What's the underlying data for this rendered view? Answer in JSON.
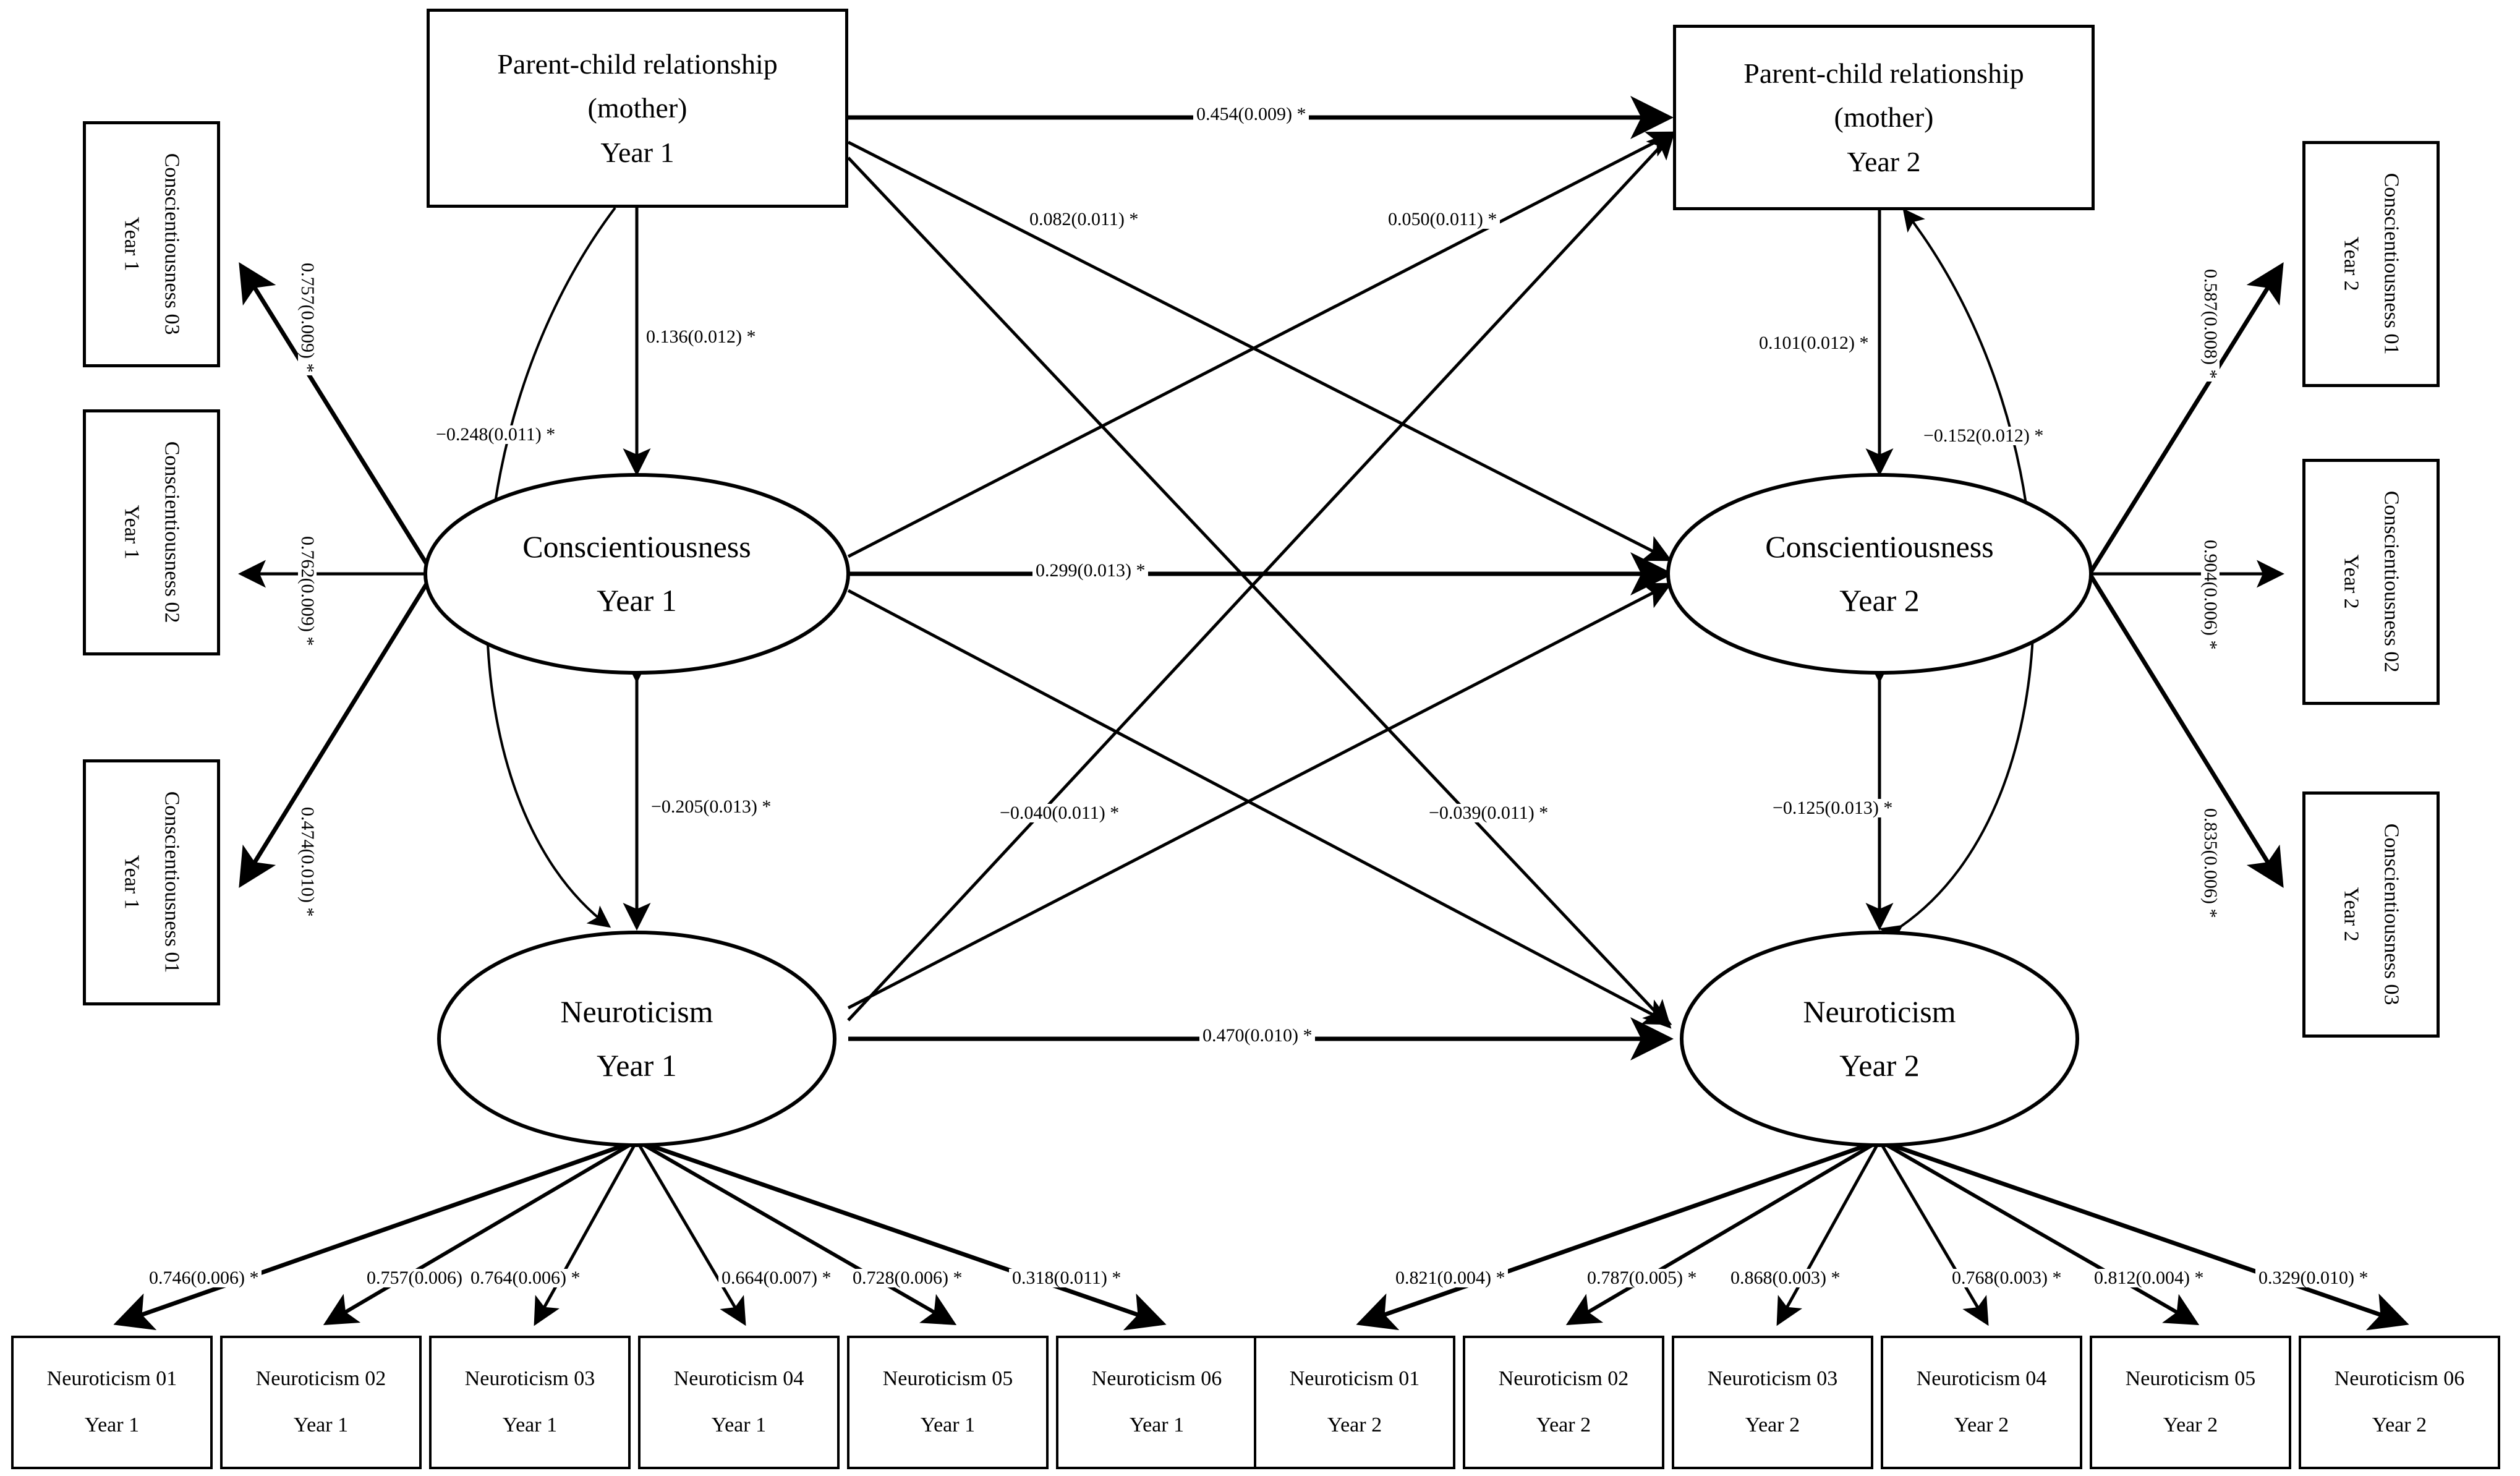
{
  "diagram": {
    "type": "cross-lagged-panel-sem",
    "title": "",
    "significance_marker": "*"
  },
  "nodes": {
    "pc_y1": {
      "line1": "Parent-child relationship",
      "line2": "(mother)",
      "line3": "Year 1"
    },
    "pc_y2": {
      "line1": "Parent-child relationship",
      "line2": "(mother)",
      "line3": "Year 2"
    },
    "cons_y1": {
      "line1": "Conscientiousness",
      "line2": "Year 1"
    },
    "cons_y2": {
      "line1": "Conscientiousness",
      "line2": "Year 2"
    },
    "neur_y1": {
      "line1": "Neuroticism",
      "line2": "Year 1"
    },
    "neur_y2": {
      "line1": "Neuroticism",
      "line2": "Year 2"
    }
  },
  "indicators": {
    "cons_y1": [
      {
        "name": "Conscientiousness 03",
        "year": "Year 1",
        "loading": "0.757(0.009) *"
      },
      {
        "name": "Conscientiousness 02",
        "year": "Year 1",
        "loading": "0.762(0.009) *"
      },
      {
        "name": "Conscientiousness 01",
        "year": "Year 1",
        "loading": "0.474(0.010) *"
      }
    ],
    "cons_y2": [
      {
        "name": "Conscientiousness 01",
        "year": "Year 2",
        "loading": "0.587(0.008) *"
      },
      {
        "name": "Conscientiousness 02",
        "year": "Year 2",
        "loading": "0.904(0.006) *"
      },
      {
        "name": "Conscientiousness 03",
        "year": "Year 2",
        "loading": "0.835(0.006) *"
      }
    ],
    "neur_y1": [
      {
        "name": "Neuroticism 01",
        "year": "Year 1",
        "loading": "0.746(0.006) *"
      },
      {
        "name": "Neuroticism 02",
        "year": "Year 1",
        "loading": "0.757(0.006) *"
      },
      {
        "name": "Neuroticism 03",
        "year": "Year 1",
        "loading": "0.764(0.006) *"
      },
      {
        "name": "Neuroticism 04",
        "year": "Year 1",
        "loading": "0.664(0.007) *"
      },
      {
        "name": "Neuroticism 05",
        "year": "Year 1",
        "loading": "0.728(0.006) *"
      },
      {
        "name": "Neuroticism 06",
        "year": "Year 1",
        "loading": "0.318(0.011) *"
      }
    ],
    "neur_y2": [
      {
        "name": "Neuroticism 01",
        "year": "Year 2",
        "loading": "0.821(0.004) *"
      },
      {
        "name": "Neuroticism 02",
        "year": "Year 2",
        "loading": "0.787(0.005) *"
      },
      {
        "name": "Neuroticism 03",
        "year": "Year 2",
        "loading": "0.868(0.003) *"
      },
      {
        "name": "Neuroticism 04",
        "year": "Year 2",
        "loading": "0.768(0.003) *"
      },
      {
        "name": "Neuroticism 05",
        "year": "Year 2",
        "loading": "0.812(0.004) *"
      },
      {
        "name": "Neuroticism 06",
        "year": "Year 2",
        "loading": "0.329(0.010) *"
      }
    ]
  },
  "paths": {
    "pc1_to_pc2": "0.454(0.009) *",
    "cons1_to_pc2": "0.082(0.011) *",
    "neur1_to_pc2": "0.050(0.011) *",
    "cons1_to_cons2": "0.299(0.013) *",
    "neur1_to_neur2": "0.470(0.010) *",
    "pc1_to_cons1": "0.136(0.012) *",
    "cons1_neur1_cov": "−0.248(0.011) *",
    "neur1_to_cons1": "−0.205(0.013) *",
    "pc1_to_cons2": "0.101(0.012) *",
    "cons2_neur2_cov": "−0.152(0.012) *",
    "neur2_to_cons2": "−0.125(0.013) *",
    "cons1_to_neur2": "−0.040(0.011) *",
    "neur1_to_cons2": "−0.039(0.011) *",
    "pc1_to_neur1": "−0.248(0.011) *"
  },
  "chart_data": {
    "type": "diagram",
    "model": "Cross-lagged panel structural equation model",
    "latent_variables": [
      "Parent-child relationship (mother) Year 1",
      "Parent-child relationship (mother) Year 2",
      "Conscientiousness Year 1",
      "Conscientiousness Year 2",
      "Neuroticism Year 1",
      "Neuroticism Year 2"
    ],
    "structural_paths": [
      {
        "from": "Parent-child relationship (mother) Year 1",
        "to": "Parent-child relationship (mother) Year 2",
        "estimate": 0.454,
        "se": 0.009,
        "sig": true
      },
      {
        "from": "Conscientiousness Year 1",
        "to": "Parent-child relationship (mother) Year 2",
        "estimate": 0.082,
        "se": 0.011,
        "sig": true
      },
      {
        "from": "Neuroticism Year 1",
        "to": "Parent-child relationship (mother) Year 2",
        "estimate": 0.05,
        "se": 0.011,
        "sig": true
      },
      {
        "from": "Conscientiousness Year 1",
        "to": "Conscientiousness Year 2",
        "estimate": 0.299,
        "se": 0.013,
        "sig": true
      },
      {
        "from": "Neuroticism Year 1",
        "to": "Neuroticism Year 2",
        "estimate": 0.47,
        "se": 0.01,
        "sig": true
      },
      {
        "from": "Parent-child relationship (mother) Year 1",
        "to": "Conscientiousness Year 1",
        "estimate": 0.136,
        "se": 0.012,
        "sig": true
      },
      {
        "from": "Parent-child relationship (mother) Year 1",
        "to": "Neuroticism Year 1",
        "estimate": -0.248,
        "se": 0.011,
        "sig": true
      },
      {
        "from": "Neuroticism Year 1",
        "to": "Conscientiousness Year 1",
        "estimate": -0.205,
        "se": 0.013,
        "sig": true
      },
      {
        "from": "Parent-child relationship (mother) Year 1",
        "to": "Conscientiousness Year 2",
        "estimate": 0.101,
        "se": 0.012,
        "sig": true
      },
      {
        "from": "Parent-child relationship (mother) Year 2",
        "to": "Neuroticism Year 2",
        "estimate": -0.152,
        "se": 0.012,
        "sig": true
      },
      {
        "from": "Neuroticism Year 2",
        "to": "Conscientiousness Year 2",
        "estimate": -0.125,
        "se": 0.013,
        "sig": true
      },
      {
        "from": "Conscientiousness Year 1",
        "to": "Neuroticism Year 2",
        "estimate": -0.04,
        "se": 0.011,
        "sig": true
      },
      {
        "from": "Neuroticism Year 1",
        "to": "Conscientiousness Year 2",
        "estimate": -0.039,
        "se": 0.011,
        "sig": true
      }
    ],
    "measurement_loadings": [
      {
        "latent": "Conscientiousness Year 1",
        "indicator": "Conscientiousness 03 Year 1",
        "estimate": 0.757,
        "se": 0.009
      },
      {
        "latent": "Conscientiousness Year 1",
        "indicator": "Conscientiousness 02 Year 1",
        "estimate": 0.762,
        "se": 0.009
      },
      {
        "latent": "Conscientiousness Year 1",
        "indicator": "Conscientiousness 01 Year 1",
        "estimate": 0.474,
        "se": 0.01
      },
      {
        "latent": "Conscientiousness Year 2",
        "indicator": "Conscientiousness 01 Year 2",
        "estimate": 0.587,
        "se": 0.008
      },
      {
        "latent": "Conscientiousness Year 2",
        "indicator": "Conscientiousness 02 Year 2",
        "estimate": 0.904,
        "se": 0.006
      },
      {
        "latent": "Conscientiousness Year 2",
        "indicator": "Conscientiousness 03 Year 2",
        "estimate": 0.835,
        "se": 0.006
      },
      {
        "latent": "Neuroticism Year 1",
        "indicator": "Neuroticism 01 Year 1",
        "estimate": 0.746,
        "se": 0.006
      },
      {
        "latent": "Neuroticism Year 1",
        "indicator": "Neuroticism 02 Year 1",
        "estimate": 0.757,
        "se": 0.006
      },
      {
        "latent": "Neuroticism Year 1",
        "indicator": "Neuroticism 03 Year 1",
        "estimate": 0.764,
        "se": 0.006
      },
      {
        "latent": "Neuroticism Year 1",
        "indicator": "Neuroticism 04 Year 1",
        "estimate": 0.664,
        "se": 0.007
      },
      {
        "latent": "Neuroticism Year 1",
        "indicator": "Neuroticism 05 Year 1",
        "estimate": 0.728,
        "se": 0.006
      },
      {
        "latent": "Neuroticism Year 1",
        "indicator": "Neuroticism 06 Year 1",
        "estimate": 0.318,
        "se": 0.011
      },
      {
        "latent": "Neuroticism Year 2",
        "indicator": "Neuroticism 01 Year 2",
        "estimate": 0.821,
        "se": 0.004
      },
      {
        "latent": "Neuroticism Year 2",
        "indicator": "Neuroticism 02 Year 2",
        "estimate": 0.787,
        "se": 0.005
      },
      {
        "latent": "Neuroticism Year 2",
        "indicator": "Neuroticism 03 Year 2",
        "estimate": 0.868,
        "se": 0.003
      },
      {
        "latent": "Neuroticism Year 2",
        "indicator": "Neuroticism 04 Year 2",
        "estimate": 0.768,
        "se": 0.003
      },
      {
        "latent": "Neuroticism Year 2",
        "indicator": "Neuroticism 05 Year 2",
        "estimate": 0.812,
        "se": 0.004
      },
      {
        "latent": "Neuroticism Year 2",
        "indicator": "Neuroticism 06 Year 2",
        "estimate": 0.329,
        "se": 0.01
      }
    ]
  }
}
